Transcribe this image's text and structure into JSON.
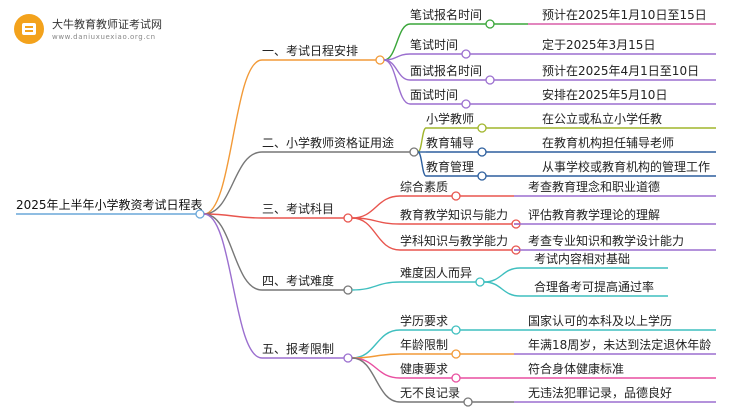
{
  "brand": {
    "name": "大牛教育教师证考试网",
    "url": "www.daniuxuexiao.org.cn",
    "logo_icon": "book-icon",
    "color": "#f3a21c"
  },
  "root": "2025年上半年小学教资考试日程表",
  "branches": [
    {
      "label": "一、考试日程安排",
      "color": "#f29a38",
      "children": [
        {
          "label": "笔试报名时间",
          "color": "#3aa63a",
          "detail": "预计在2025年1月10日至15日",
          "detail_color": "#d85fa8"
        },
        {
          "label": "笔试时间",
          "color": "#9b6fcf",
          "detail": "定于2025年3月15日",
          "detail_color": "#9b6fcf"
        },
        {
          "label": "面试报名时间",
          "color": "#9b6fcf",
          "detail": "预计在2025年4月1日至10日",
          "detail_color": "#9b6fcf"
        },
        {
          "label": "面试时间",
          "color": "#9b6fcf",
          "detail": "安排在2025年5月10日",
          "detail_color": "#9b6fcf"
        }
      ]
    },
    {
      "label": "二、小学教师资格证用途",
      "color": "#777777",
      "children": [
        {
          "label": "小学教师",
          "color": "#a0b52c",
          "detail": "在公立或私立小学任教",
          "detail_color": "#a0b52c"
        },
        {
          "label": "教育辅导",
          "color": "#2d5f9e",
          "detail": "在教育机构担任辅导老师",
          "detail_color": "#2d5f9e"
        },
        {
          "label": "教育管理",
          "color": "#2d5f9e",
          "detail": "从事学校或教育机构的管理工作",
          "detail_color": "#2d5f9e"
        }
      ]
    },
    {
      "label": "三、考试科目",
      "color": "#e8554e",
      "children": [
        {
          "label": "综合素质",
          "color": "#e8554e",
          "detail": "考查教育理念和职业道德",
          "detail_color": "#9b6fcf"
        },
        {
          "label": "教育教学知识与能力",
          "color": "#e8554e",
          "detail": "评估教育教学理论的理解",
          "detail_color": "#9b6fcf"
        },
        {
          "label": "学科知识与教学能力",
          "color": "#e8554e",
          "detail": "考查专业知识和教学设计能力",
          "detail_color": "#9b6fcf"
        }
      ]
    },
    {
      "label": "四、考试难度",
      "color": "#777777",
      "children": [
        {
          "label": "难度因人而异",
          "color": "#3fbfbf",
          "subs": [
            {
              "label": "考试内容相对基础",
              "color": "#3fbfbf"
            },
            {
              "label": "合理备考可提高通过率",
              "color": "#3fbfbf"
            }
          ]
        }
      ]
    },
    {
      "label": "五、报考限制",
      "color": "#9b6fcf",
      "children": [
        {
          "label": "学历要求",
          "color": "#3fbfbf",
          "detail": "国家认可的本科及以上学历",
          "detail_color": "#3fbfbf"
        },
        {
          "label": "年龄限制",
          "color": "#f29a38",
          "detail": "年满18周岁，未达到法定退休年龄",
          "detail_color": "#9b6fcf"
        },
        {
          "label": "健康要求",
          "color": "#e84fa0",
          "detail": "符合身体健康标准",
          "detail_color": "#e84fa0"
        },
        {
          "label": "无不良记录",
          "color": "#777777",
          "detail": "无违法犯罪记录，品德良好",
          "detail_color": "#9b6fcf"
        }
      ]
    }
  ]
}
